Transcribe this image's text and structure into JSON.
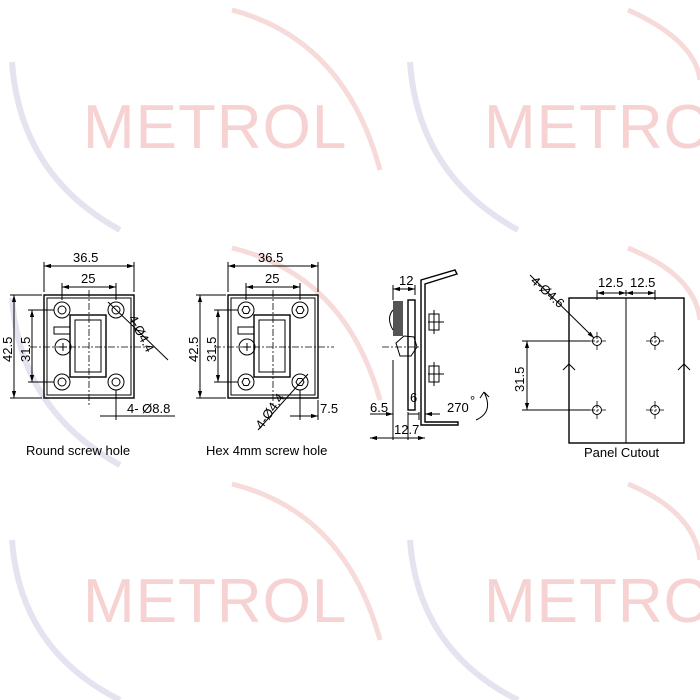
{
  "watermark": {
    "brand": "METROL"
  },
  "views": {
    "round": {
      "caption": "Round screw hole",
      "dim_width": "36.5",
      "dim_pitch": "25",
      "dim_height": "42.5",
      "dim_pitch_v": "31.5",
      "dim_hole": "4-Ø4.4",
      "dim_cbore": "4- Ø8.8"
    },
    "hex": {
      "caption": "Hex 4mm screw hole",
      "dim_width": "36.5",
      "dim_pitch": "25",
      "dim_height": "42.5",
      "dim_pitch_v": "31.5",
      "dim_hole": "4-Ø4.4",
      "dim_offset": "7.5"
    },
    "side": {
      "dim_top": "12",
      "dim_a": "6.5",
      "dim_b": "6",
      "dim_c": "12.7",
      "dim_angle": "270",
      "degree": "°"
    },
    "cutout": {
      "caption": "Panel Cutout",
      "dim_hole": "4-Ø4.6",
      "dim_left": "12.5",
      "dim_right": "12.5",
      "dim_v": "31.5"
    }
  }
}
